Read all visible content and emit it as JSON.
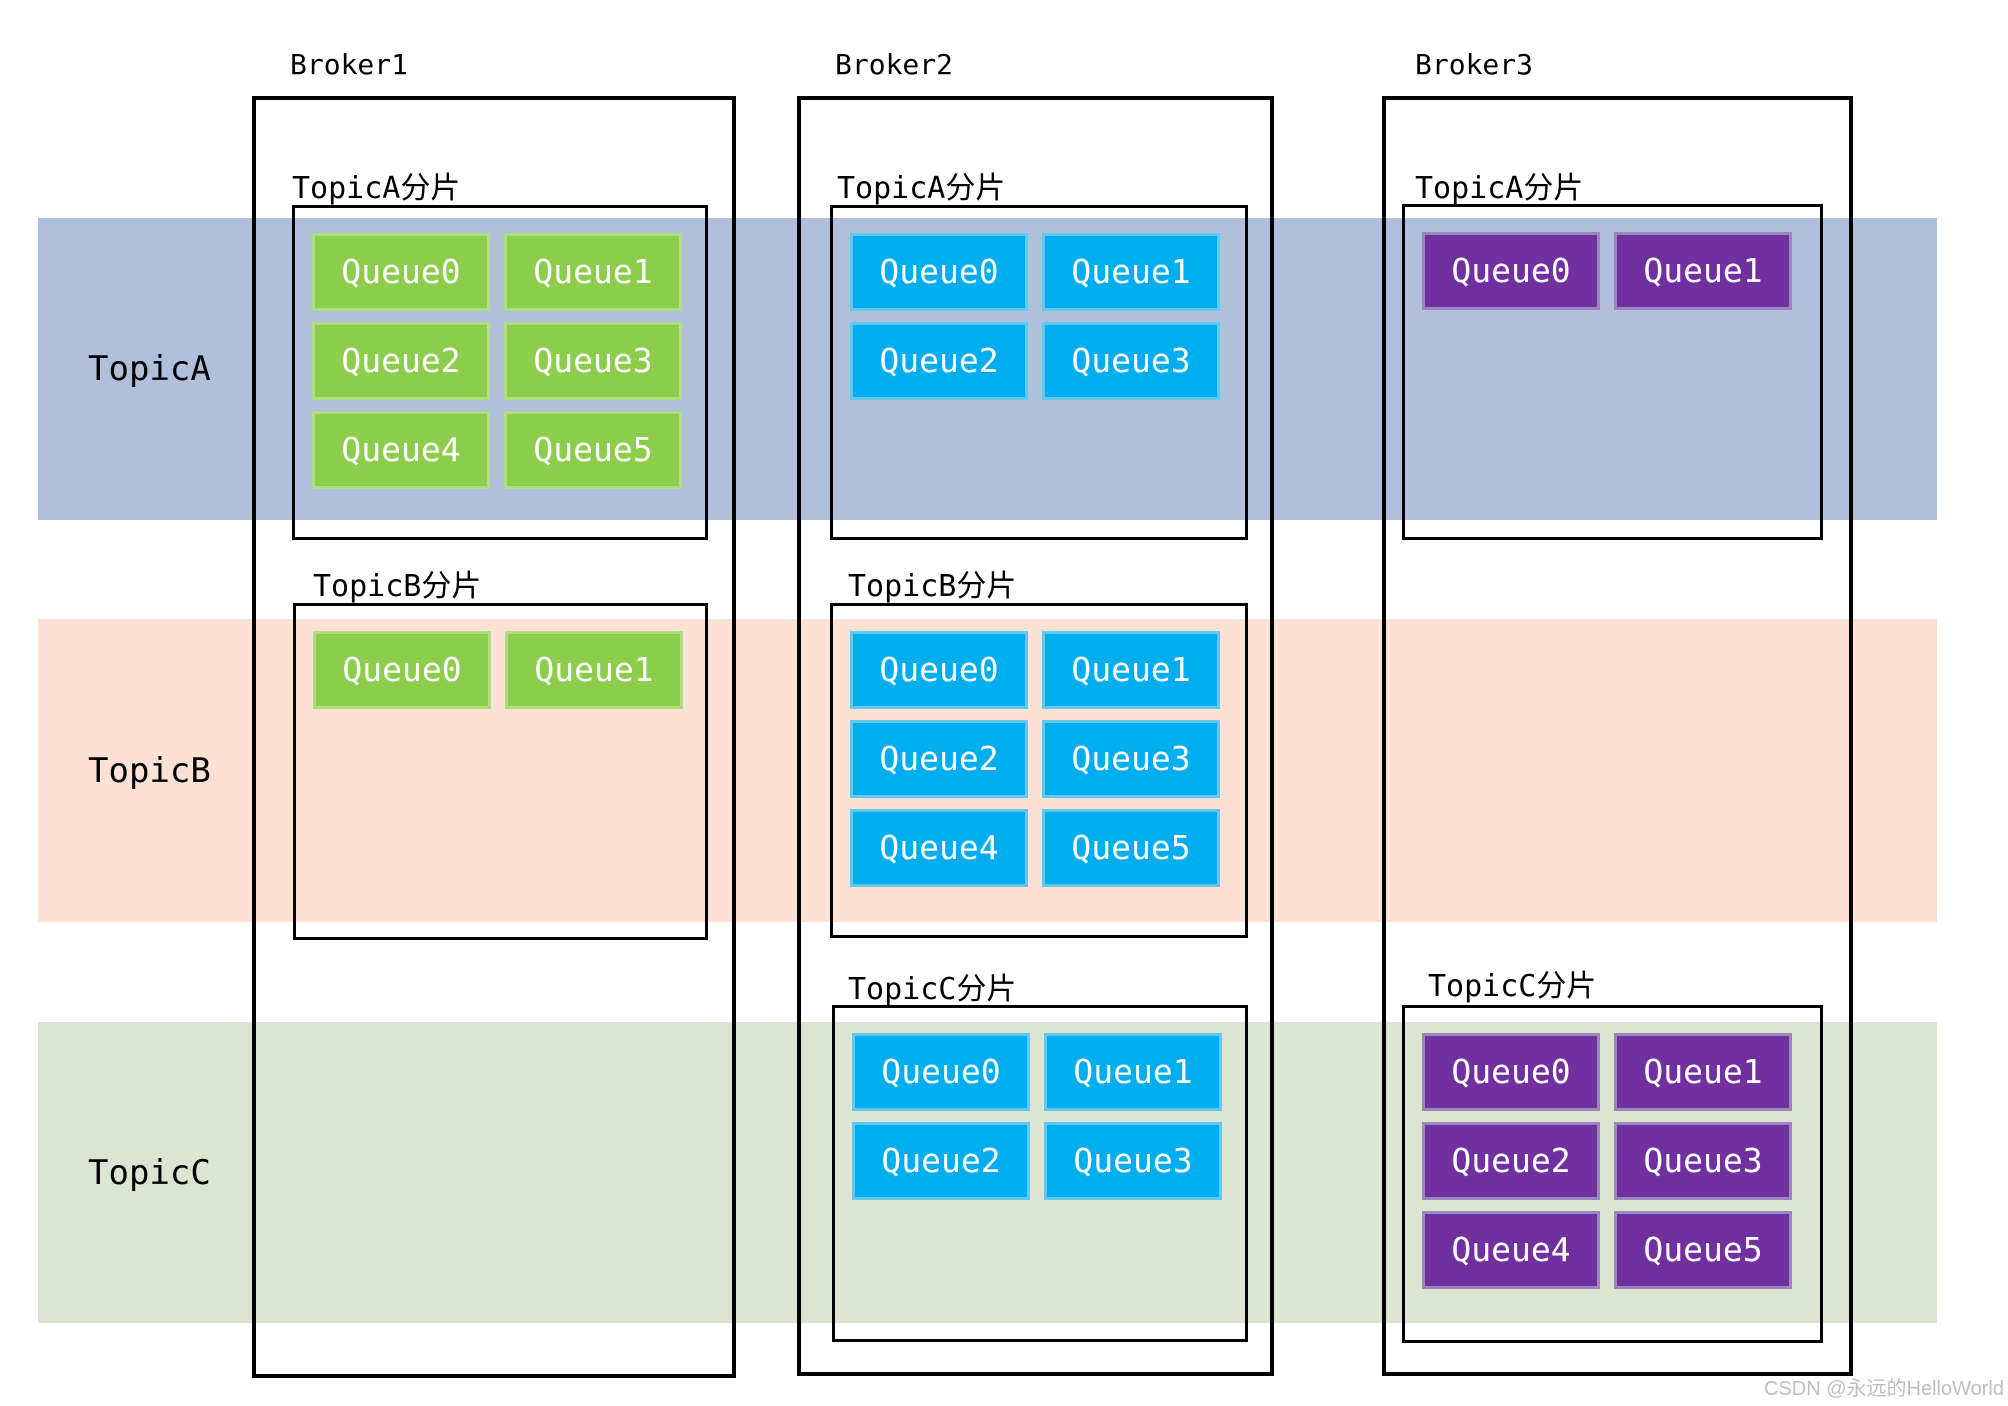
{
  "watermark": {
    "text": "CSDN @永远的HelloWorld",
    "color": "#bfbfbf"
  },
  "topics": [
    {
      "label": "TopicA",
      "band_color": "#b0c0dc"
    },
    {
      "label": "TopicB",
      "band_color": "#fbe2d5"
    },
    {
      "label": "TopicC",
      "band_color": "#dbe5d1"
    }
  ],
  "brokers": [
    {
      "title": "Broker1",
      "queue_fill": "#8cce4c",
      "queue_halo": "#afdd82",
      "shards": [
        {
          "label": "TopicA分片",
          "topic": "TopicA",
          "queues": [
            "Queue0",
            "Queue1",
            "Queue2",
            "Queue3",
            "Queue4",
            "Queue5"
          ]
        },
        {
          "label": "TopicB分片",
          "topic": "TopicB",
          "queues": [
            "Queue0",
            "Queue1"
          ]
        }
      ]
    },
    {
      "title": "Broker2",
      "queue_fill": "#00aeef",
      "queue_halo": "#5fc9f3",
      "shards": [
        {
          "label": "TopicA分片",
          "topic": "TopicA",
          "queues": [
            "Queue0",
            "Queue1",
            "Queue2",
            "Queue3"
          ]
        },
        {
          "label": "TopicB分片",
          "topic": "TopicB",
          "queues": [
            "Queue0",
            "Queue1",
            "Queue2",
            "Queue3",
            "Queue4",
            "Queue5"
          ]
        },
        {
          "label": "TopicC分片",
          "topic": "TopicC",
          "queues": [
            "Queue0",
            "Queue1",
            "Queue2",
            "Queue3"
          ]
        }
      ]
    },
    {
      "title": "Broker3",
      "queue_fill": "#7030a0",
      "queue_halo": "#9d86be",
      "shards": [
        {
          "label": "TopicA分片",
          "topic": "TopicA",
          "queues": [
            "Queue0",
            "Queue1"
          ]
        },
        {
          "label": "TopicC分片",
          "topic": "TopicC",
          "queues": [
            "Queue0",
            "Queue1",
            "Queue2",
            "Queue3",
            "Queue4",
            "Queue5"
          ]
        }
      ]
    }
  ]
}
